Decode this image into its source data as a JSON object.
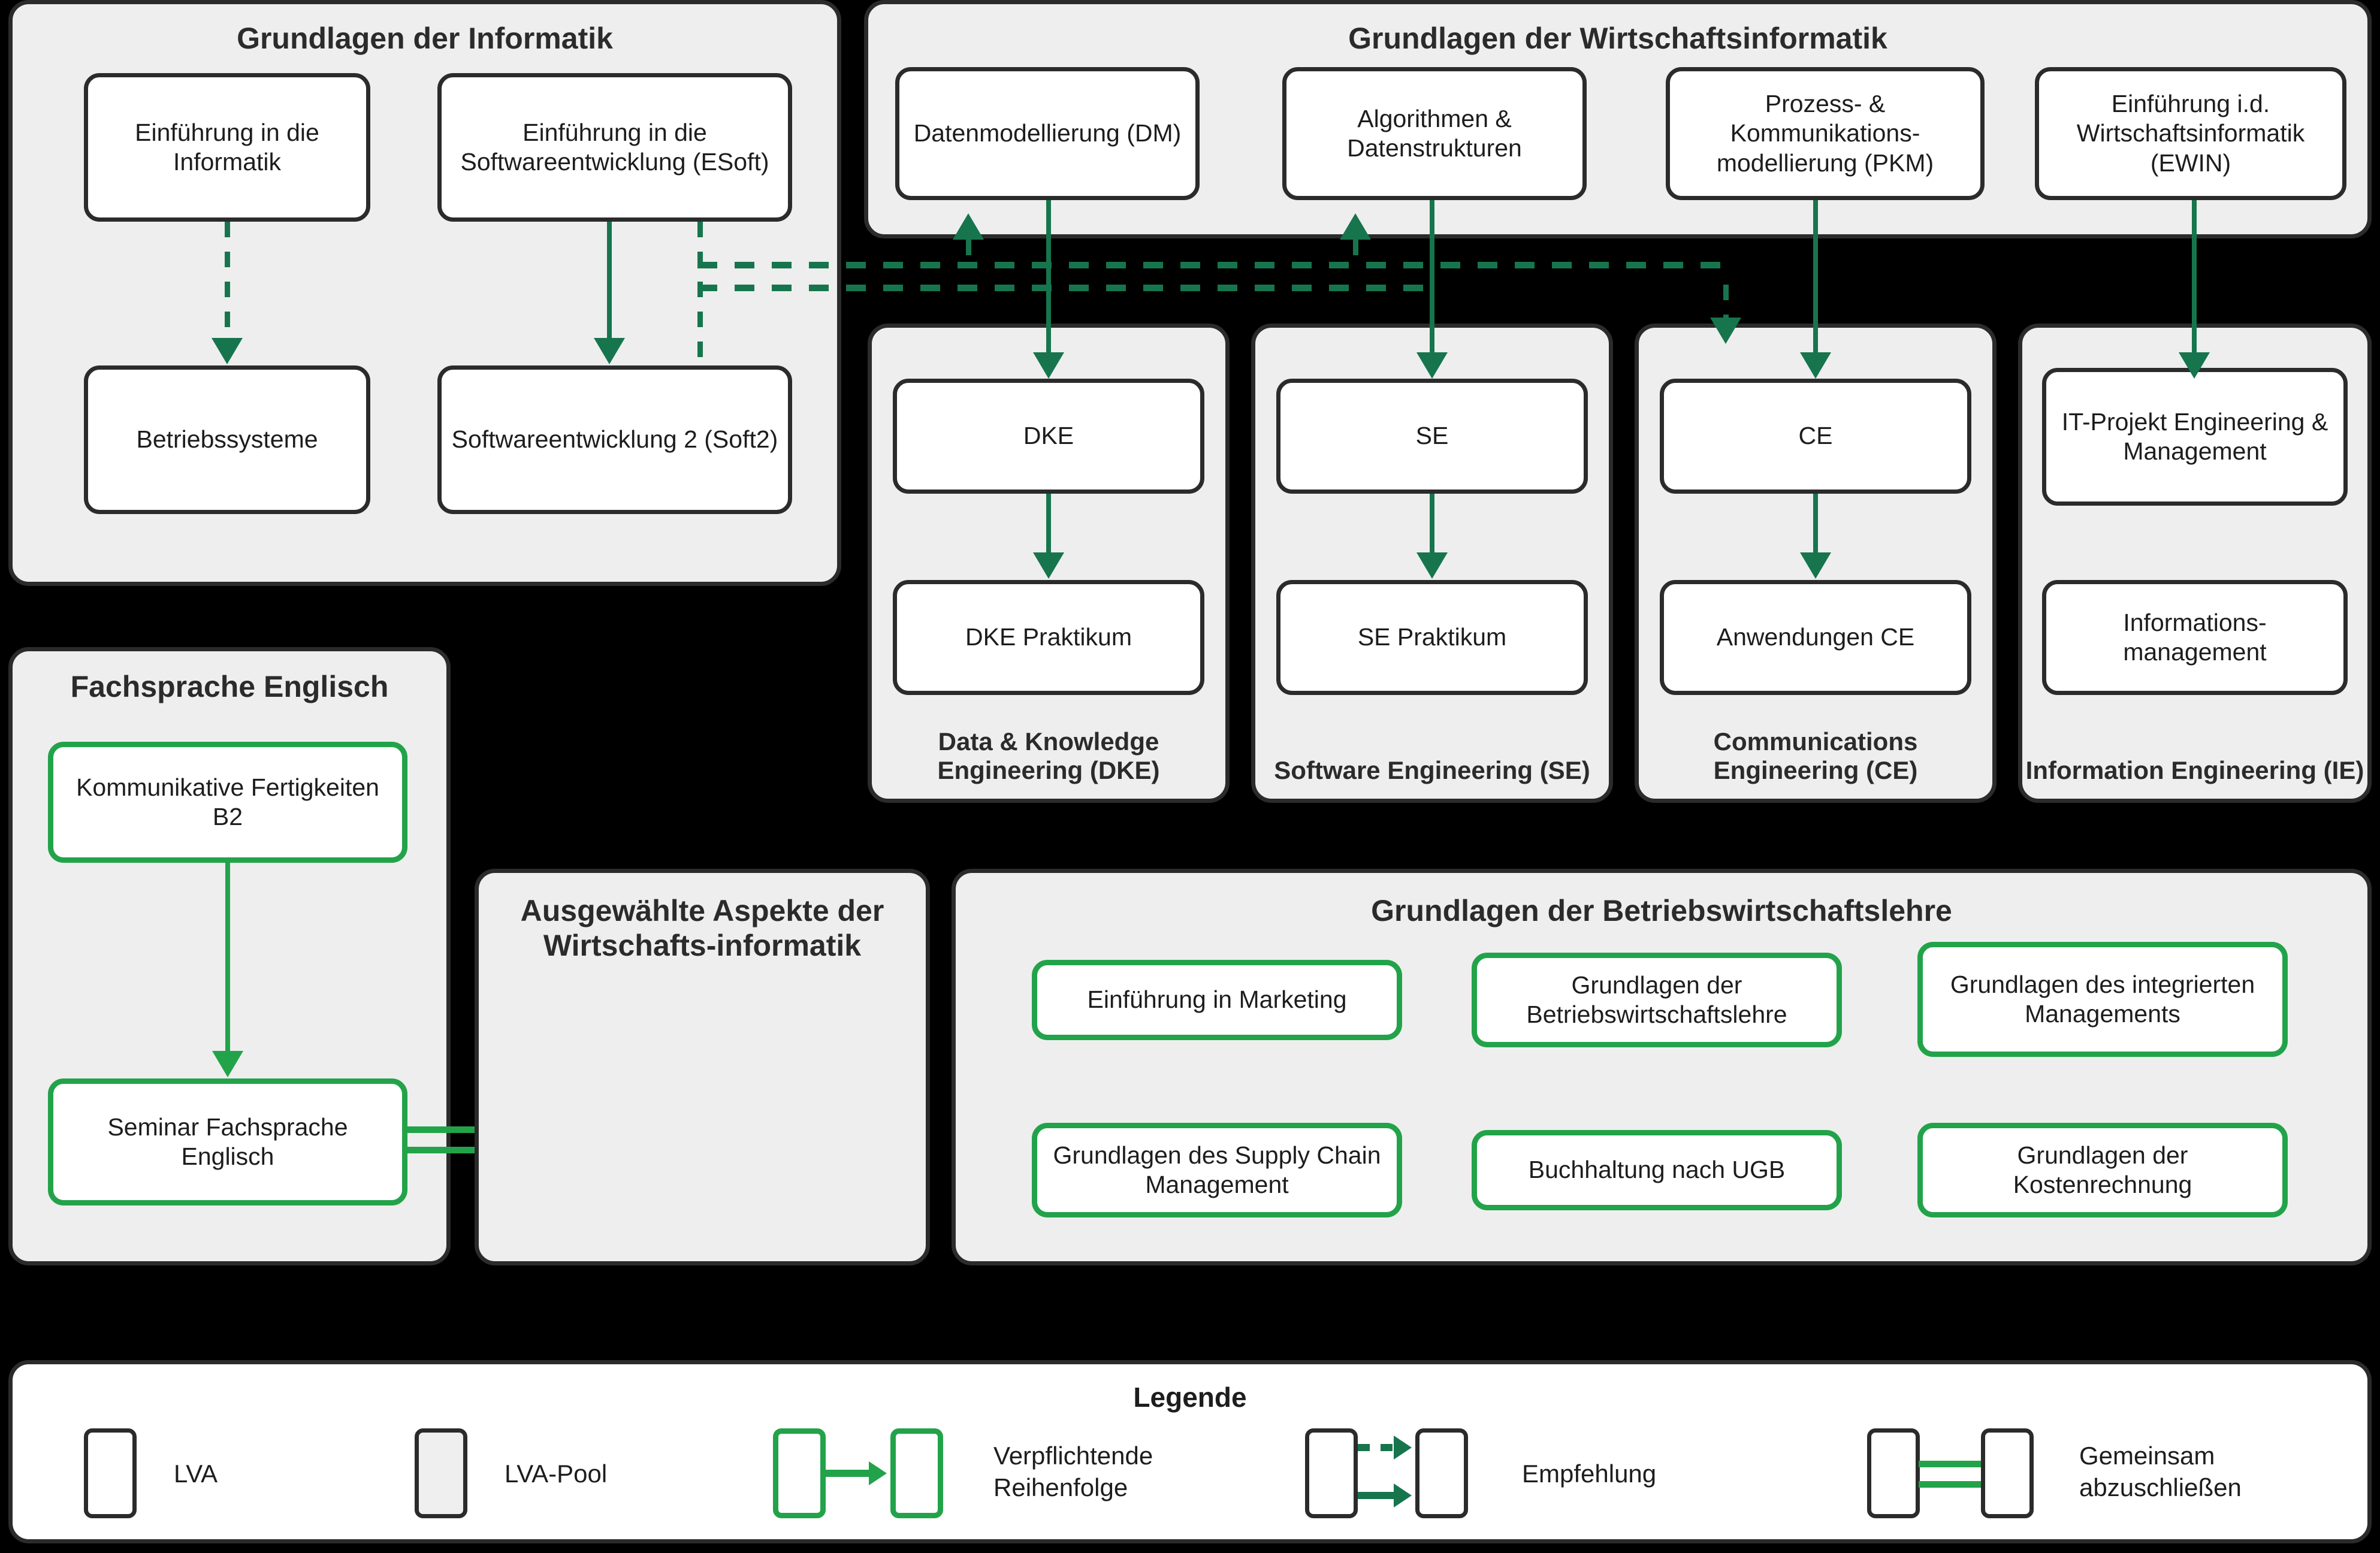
{
  "colors": {
    "panel_bg": "#eeeeee",
    "panel_border": "#2b2b2b",
    "box_border_dark": "#2b2b2b",
    "box_border_green": "#22a34a",
    "connector_green": "#17754e",
    "page_bg": "#000000"
  },
  "panels": {
    "informatik": {
      "title": "Grundlagen der Informatik",
      "boxes": [
        {
          "label": "Einführung in die Informatik"
        },
        {
          "label": "Einführung in die Softwareentwicklung (ESoft)"
        },
        {
          "label": "Betriebssysteme"
        },
        {
          "label": "Softwareentwicklung 2 (Soft2)"
        }
      ]
    },
    "wirtschaftsinformatik": {
      "title": "Grundlagen der Wirtschaftsinformatik",
      "boxes": [
        {
          "label": "Datenmodellierung (DM)"
        },
        {
          "label": "Algorithmen & Datenstrukturen"
        },
        {
          "label": "Prozess- & Kommunikations-modellierung (PKM)"
        },
        {
          "label": "Einführung i.d. Wirtschaftsinformatik (EWIN)"
        }
      ]
    },
    "dke": {
      "title": "Data & Knowledge Engineering (DKE)",
      "boxes": [
        {
          "label": "DKE"
        },
        {
          "label": "DKE Praktikum"
        }
      ]
    },
    "se": {
      "title": "Software Engineering (SE)",
      "boxes": [
        {
          "label": "SE"
        },
        {
          "label": "SE Praktikum"
        }
      ]
    },
    "ce": {
      "title": "Communications Engineering (CE)",
      "boxes": [
        {
          "label": "CE"
        },
        {
          "label": "Anwendungen CE"
        }
      ]
    },
    "ie": {
      "title": "Information Engineering (IE)",
      "boxes": [
        {
          "label": "IT-Projekt Engineering & Management"
        },
        {
          "label": "Informations-management"
        }
      ]
    },
    "fachsprache": {
      "title": "Fachsprache Englisch",
      "boxes": [
        {
          "label": "Kommunikative Fertigkeiten B2"
        },
        {
          "label": "Seminar Fachsprache Englisch"
        }
      ]
    },
    "aspekte": {
      "title": "Ausgewählte Aspekte der Wirtschafts-informatik",
      "boxes": []
    },
    "bwl": {
      "title": "Grundlagen der Betriebswirtschaftslehre",
      "boxes": [
        {
          "label": "Einführung in Marketing"
        },
        {
          "label": "Grundlagen der Betriebswirtschaftslehre"
        },
        {
          "label": "Grundlagen des integrierten Managements"
        },
        {
          "label": "Grundlagen des Supply Chain Management"
        },
        {
          "label": "Buchhaltung nach UGB"
        },
        {
          "label": "Grundlagen der Kostenrechnung"
        }
      ]
    }
  },
  "legend": {
    "title": "Legende",
    "items": [
      {
        "label": "LVA"
      },
      {
        "label": "LVA-Pool"
      },
      {
        "label": "Verpflichtende Reihenfolge"
      },
      {
        "label": "Empfehlung"
      },
      {
        "label": "Gemeinsam abzuschließen"
      }
    ]
  }
}
